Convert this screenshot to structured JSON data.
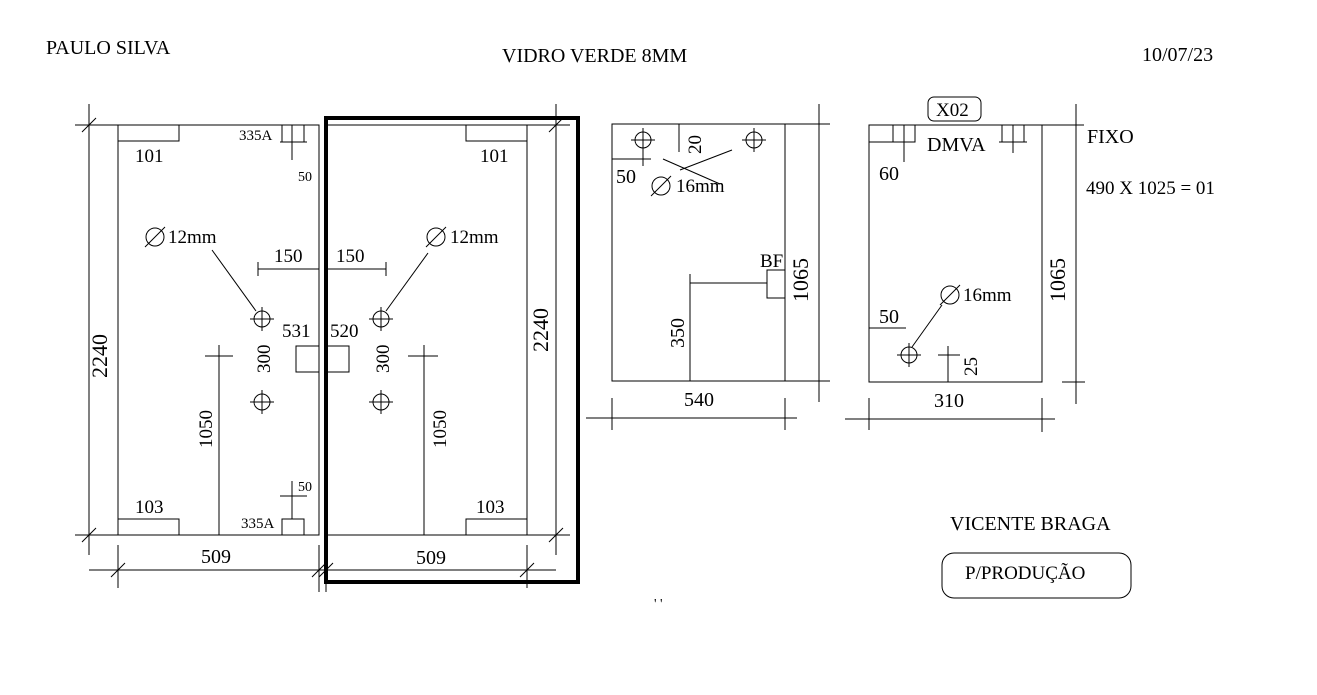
{
  "header": {
    "client": "PAULO SILVA",
    "material": "VIDRO VERDE 8MM",
    "date": "10/07/23"
  },
  "panel_left": {
    "height": "2240",
    "width": "509",
    "top_cutout": "101",
    "bottom_cutout": "103",
    "top_hinge": "335A",
    "bottom_hinge": "335A",
    "top_offset": "50",
    "bottom_offset": "50",
    "hole_diameter": "12mm",
    "hole_horizontal": "150",
    "hole_spacing": "300",
    "handle_height": "1050",
    "handle_code": "531"
  },
  "panel_right": {
    "height": "2240",
    "width": "509",
    "top_cutout": "101",
    "bottom_cutout": "103",
    "hole_diameter": "12mm",
    "hole_horizontal": "150",
    "hole_spacing": "300",
    "handle_height": "1050",
    "handle_code": "520"
  },
  "panel_three": {
    "height": "1065",
    "width": "540",
    "hole_diameter": "16mm",
    "hole_top_offset": "20",
    "hole_side_offset": "50",
    "lock_code": "BF",
    "lock_height": "350"
  },
  "panel_four": {
    "tag": "X02",
    "fitting": "DMVA",
    "height": "1065",
    "width": "310",
    "top_offset": "60",
    "hole_diameter": "16mm",
    "hole_side_offset": "50",
    "hole_bottom_offset": "25"
  },
  "notes": {
    "type": "FIXO",
    "size": "490 X 1025 = 01"
  },
  "footer": {
    "signer": "VICENTE BRAGA",
    "stamp": "P/PRODUÇÃO"
  }
}
